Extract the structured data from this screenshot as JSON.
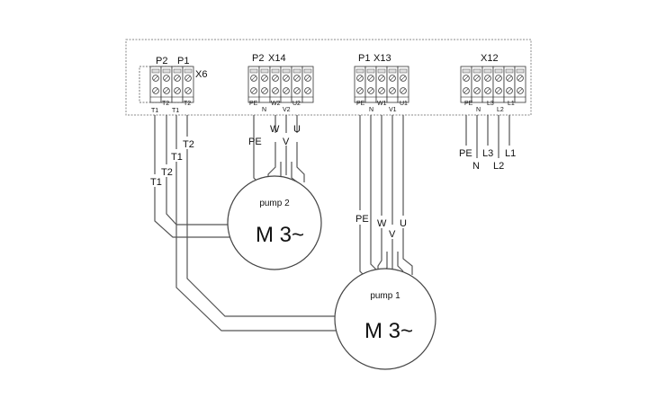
{
  "terminal_blocks": {
    "x6": {
      "label": "X6",
      "p2": "P2",
      "p1": "P1",
      "pins": [
        "T1",
        "T1",
        "T2"
      ],
      "inner": "T2"
    },
    "x14": {
      "label": "X14",
      "p2": "P2",
      "pins": [
        "PE",
        "N",
        "W2",
        "V2",
        "U2"
      ]
    },
    "x13": {
      "label": "X13",
      "p1": "P1",
      "pins": [
        "PE",
        "N",
        "W1",
        "V1",
        "U1"
      ]
    },
    "x12": {
      "label": "X12",
      "pins": [
        "PE",
        "N",
        "L3",
        "L2",
        "L1"
      ]
    }
  },
  "wires": {
    "x6": [
      "T1",
      "T2",
      "T1",
      "T2"
    ],
    "x14": [
      "PE",
      "W",
      "V",
      "U"
    ],
    "x13": [
      "PE",
      "W",
      "V",
      "U"
    ],
    "x12": [
      "PE",
      "N",
      "L3",
      "L2",
      "L1"
    ]
  },
  "pumps": {
    "pump2": {
      "name": "pump 2",
      "motor": "M 3~"
    },
    "pump1": {
      "name": "pump 1",
      "motor": "M 3~"
    }
  }
}
